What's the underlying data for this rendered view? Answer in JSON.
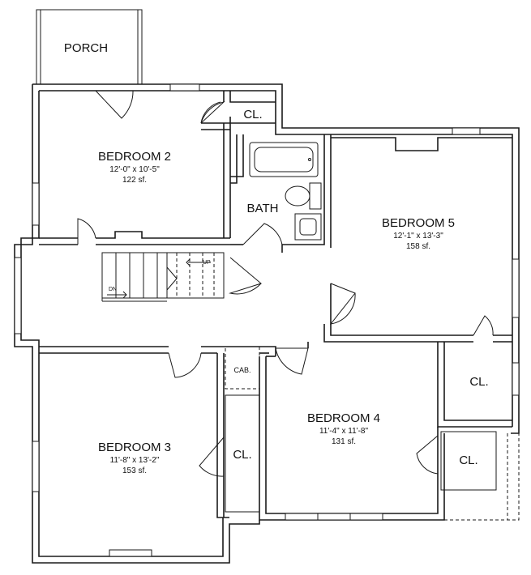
{
  "rooms": {
    "porch": {
      "name": "PORCH"
    },
    "bedroom2": {
      "name": "BEDROOM 2",
      "dims": "12'-0\" x 10'-5\"",
      "area": "122 sf."
    },
    "bedroom5": {
      "name": "BEDROOM 5",
      "dims": "12'-1\" x 13'-3\"",
      "area": "158 sf."
    },
    "bedroom3": {
      "name": "BEDROOM 3",
      "dims": "11'-8\" x 13'-2\"",
      "area": "153 sf."
    },
    "bedroom4": {
      "name": "BEDROOM 4",
      "dims": "11'-4\" x 11'-8\"",
      "area": "131 sf."
    },
    "bath": {
      "name": "BATH"
    }
  },
  "closets": {
    "label": "CL.",
    "cabinet": "CAB."
  },
  "stairs": {
    "down": "DN",
    "up": "UP"
  }
}
